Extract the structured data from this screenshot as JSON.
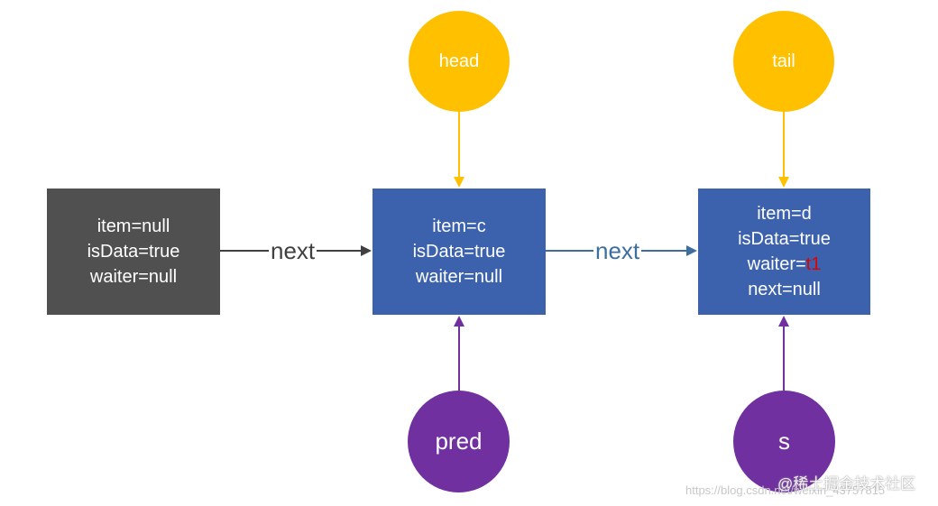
{
  "nodes": {
    "node1": {
      "item": "item=null",
      "is_data": "isData=true",
      "waiter": "waiter=null"
    },
    "node2": {
      "item": "item=c",
      "is_data": "isData=true",
      "waiter": "waiter=null"
    },
    "node3": {
      "item": "item=d",
      "is_data": "isData=true",
      "waiter_prefix": "waiter=",
      "waiter_value": "t1",
      "next": "next=null"
    }
  },
  "pointers": {
    "head": "head",
    "tail": "tail",
    "pred": "pred",
    "s": "s"
  },
  "edges": {
    "edge1": "next",
    "edge2": "next"
  },
  "watermark": {
    "brand": "@稀土掘金技术社区",
    "url": "https://blog.csdn.net/weixin_43757815"
  },
  "colors": {
    "gray_node": "#505050",
    "blue_node": "#3c62ae",
    "yellow_pointer": "#ffc000",
    "purple_pointer": "#7030a0",
    "highlight": "#e00000",
    "edge1_color": "#404040",
    "edge2_color": "#3c6ea0"
  }
}
